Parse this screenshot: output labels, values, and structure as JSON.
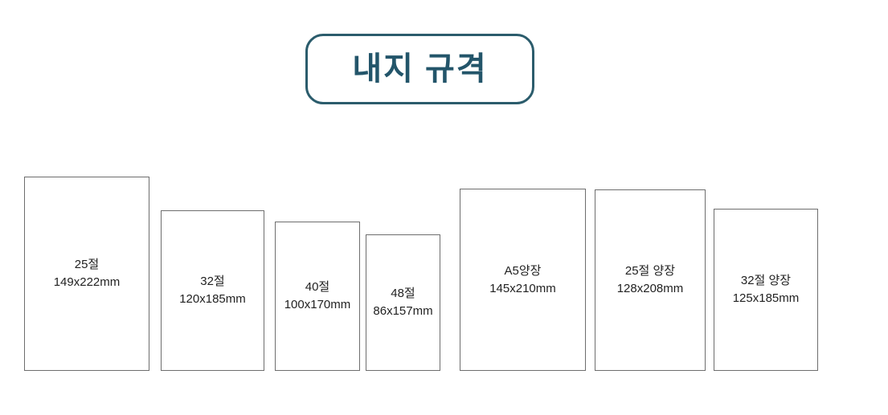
{
  "title": "내지 규격",
  "colors": {
    "accent": "#2b5c6c",
    "box_border": "#6e6e6e",
    "text": "#222222",
    "background": "#ffffff"
  },
  "boxes": [
    {
      "label": "25절",
      "size": "149x222mm"
    },
    {
      "label": "32절",
      "size": "120x185mm"
    },
    {
      "label": "40절",
      "size": "100x170mm"
    },
    {
      "label": "48절",
      "size": "86x157mm"
    },
    {
      "label": "A5양장",
      "size": "145x210mm"
    },
    {
      "label": "25절 양장",
      "size": "128x208mm"
    },
    {
      "label": "32절 양장",
      "size": "125x185mm"
    }
  ]
}
